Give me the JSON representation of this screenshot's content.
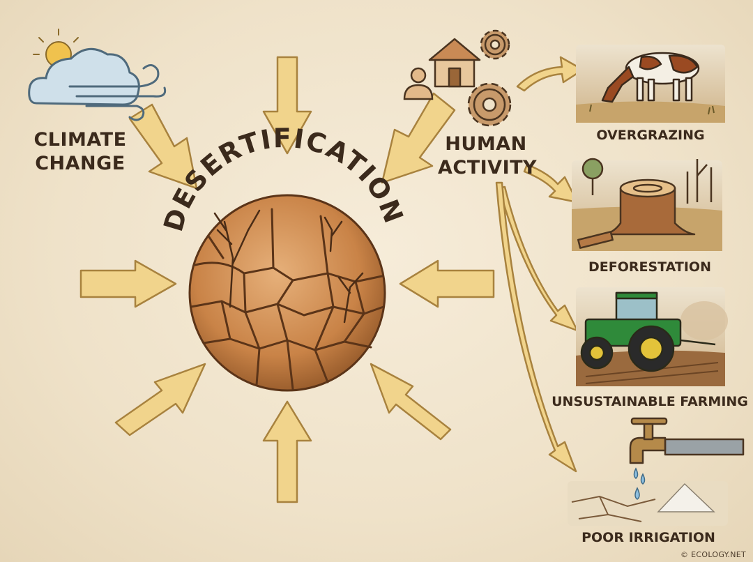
{
  "title": "DESERTIFICATION",
  "causes": {
    "climate": {
      "line1": "CLIMATE",
      "line2": "CHANGE"
    },
    "human": {
      "line1": "HUMAN",
      "line2": "ACTIVITY"
    }
  },
  "effects": [
    {
      "label": "OVERGRAZING",
      "icon": "cow-grazing-icon"
    },
    {
      "label": "DEFORESTATION",
      "icon": "tree-stump-icon"
    },
    {
      "label": "UNSUSTAINABLE FARMING",
      "icon": "tractor-icon"
    },
    {
      "label": "POOR IRRIGATION",
      "icon": "dripping-tap-icon"
    }
  ],
  "copyright": "© ECOLOGY.NET",
  "colors": {
    "arrow_fill": "#f1d48c",
    "arrow_stroke": "#a8823e",
    "earth_fill": "#cf8a4c",
    "crack": "#5b3418",
    "text": "#3b2a1c"
  }
}
